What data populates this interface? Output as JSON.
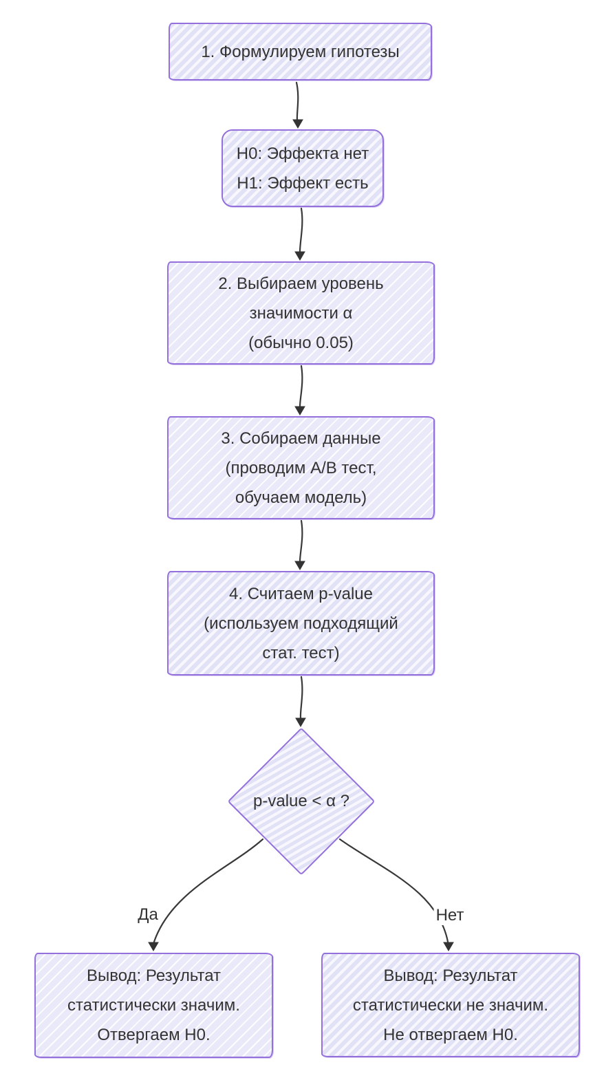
{
  "diagram": {
    "type": "flowchart",
    "direction": "top-down",
    "topic": "Проверка статистических гипотез",
    "colors": {
      "node_border": "#9370DB",
      "node_fill": "#ECECFF",
      "hatch_stripe": "#e2e2f7",
      "text": "#333333",
      "edge": "#383838",
      "background": "#ffffff"
    },
    "nodes": [
      {
        "id": "step1",
        "shape": "rectangle",
        "lines": [
          "1. Формулируем гипотезы"
        ]
      },
      {
        "id": "hypotheses",
        "shape": "rounded-rectangle",
        "lines": [
          "H0: Эффекта нет",
          "H1: Эффект есть"
        ]
      },
      {
        "id": "step2",
        "shape": "rectangle",
        "lines": [
          "2. Выбираем уровень",
          "значимости α",
          "(обычно 0.05)"
        ]
      },
      {
        "id": "step3",
        "shape": "rectangle",
        "lines": [
          "3. Собираем данные",
          "(проводим A/B тест,",
          "обучаем модель)"
        ]
      },
      {
        "id": "step4",
        "shape": "rectangle",
        "lines": [
          "4. Считаем p-value",
          "(используем подходящий",
          "стат. тест)"
        ]
      },
      {
        "id": "decision",
        "shape": "diamond",
        "lines": [
          "p-value < α ?"
        ]
      },
      {
        "id": "conclusion_significant",
        "shape": "rectangle",
        "lines": [
          "Вывод: Результат",
          "статистически значим.",
          "Отвергаем H0."
        ]
      },
      {
        "id": "conclusion_not_significant",
        "shape": "rectangle",
        "lines": [
          "Вывод: Результат",
          "статистически не значим.",
          "Не отвергаем H0."
        ]
      }
    ],
    "edges": [
      {
        "from": "step1",
        "to": "hypotheses",
        "label": ""
      },
      {
        "from": "hypotheses",
        "to": "step2",
        "label": ""
      },
      {
        "from": "step2",
        "to": "step3",
        "label": ""
      },
      {
        "from": "step3",
        "to": "step4",
        "label": ""
      },
      {
        "from": "step4",
        "to": "decision",
        "label": ""
      },
      {
        "from": "decision",
        "to": "conclusion_significant",
        "label": "Да"
      },
      {
        "from": "decision",
        "to": "conclusion_not_significant",
        "label": "Нет"
      }
    ]
  }
}
